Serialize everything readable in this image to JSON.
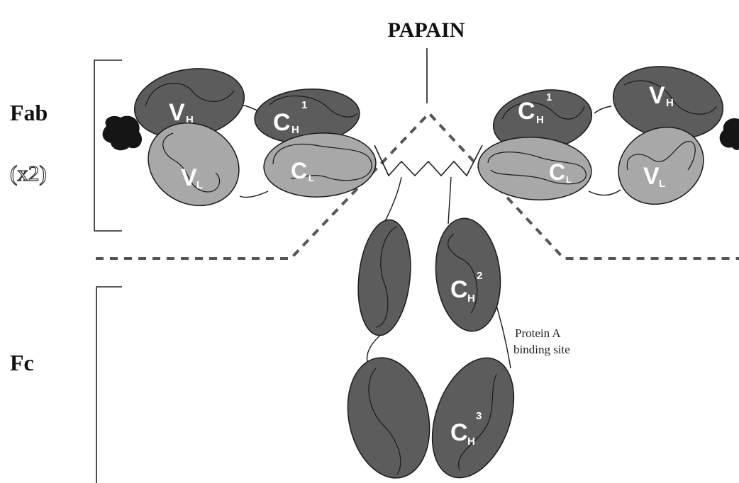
{
  "labels": {
    "enzyme": "PAPAIN",
    "fab": "Fab",
    "fab_count": "(x2)",
    "fc": "Fc",
    "protein_a_line1": "Protein A",
    "protein_a_line2": "binding site"
  },
  "domains": {
    "vh": {
      "main": "V",
      "sub": "H"
    },
    "vl": {
      "main": "V",
      "sub": "L"
    },
    "ch1": {
      "main": "C",
      "sub": "H",
      "sup": "1"
    },
    "cl": {
      "main": "C",
      "sub": "L"
    },
    "ch2": {
      "main": "C",
      "sub": "H",
      "sup": "2"
    },
    "ch3": {
      "main": "C",
      "sub": "H",
      "sup": "3"
    }
  },
  "colors": {
    "heavy_chain": "#5c5c5c",
    "light_chain": "#a8a8a8",
    "outline": "#1a1a1a",
    "antigen": "#151515",
    "dashed_line": "#555555",
    "domain_text": "#ffffff"
  }
}
